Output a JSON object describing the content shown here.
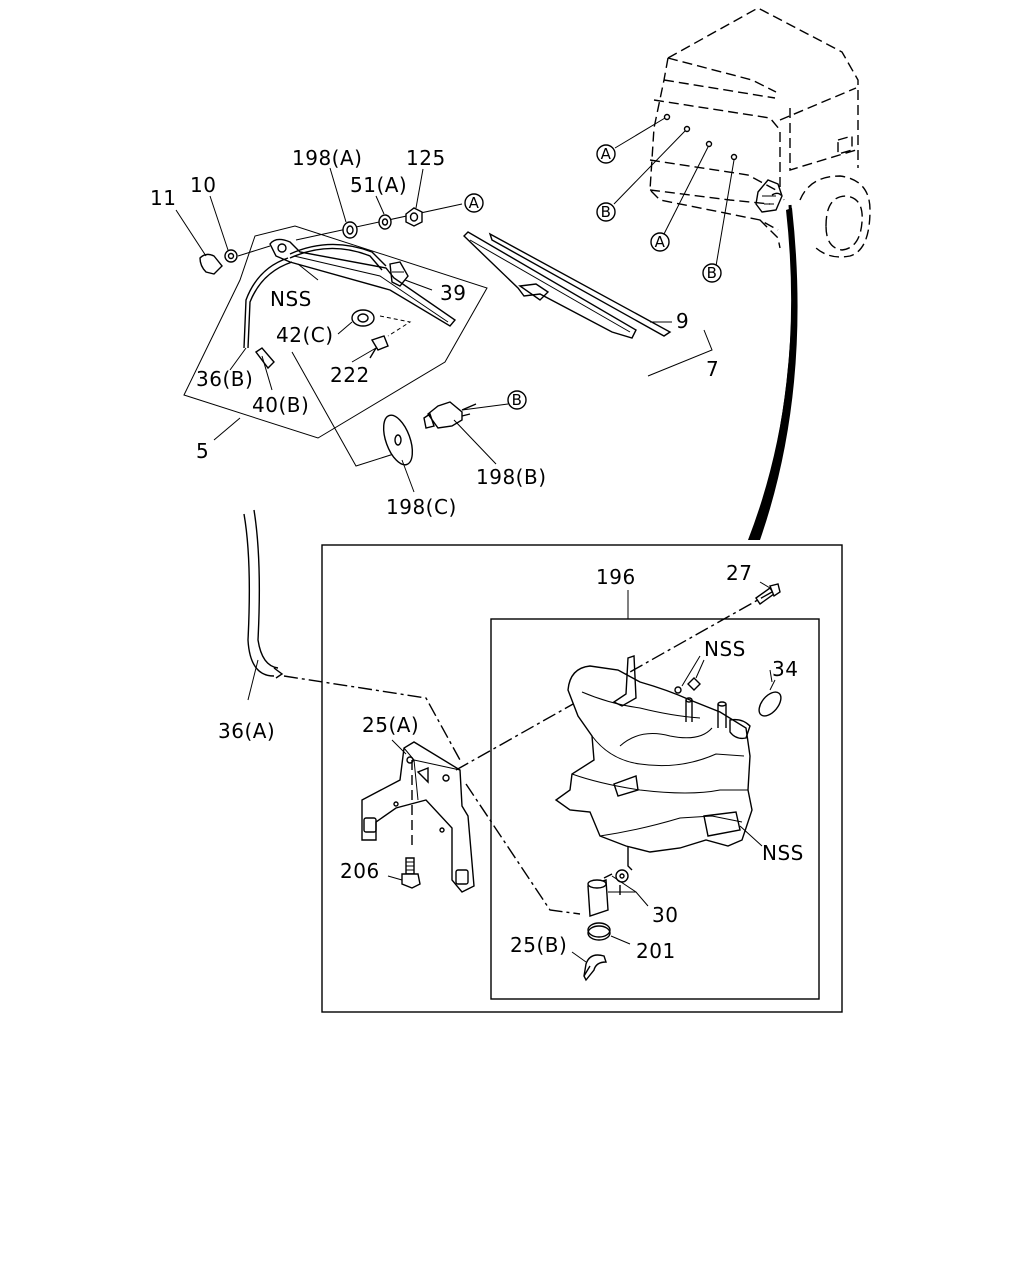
{
  "labels": {
    "p11": "11",
    "p10": "10",
    "p198a": "198(A)",
    "p51a": "51(A)",
    "p125": "125",
    "nss1": "NSS",
    "p39": "39",
    "p42c": "42(C)",
    "p222": "222",
    "p36b": "36(B)",
    "p40b": "40(B)",
    "p5": "5",
    "p9": "9",
    "p7": "7",
    "p198b": "198(B)",
    "p198c": "198(C)",
    "p36a": "36(A)",
    "p196": "196",
    "p27": "27",
    "nss2": "NSS",
    "p34": "34",
    "p25a": "25(A)",
    "nss3": "NSS",
    "p206": "206",
    "p30": "30",
    "p25b": "25(B)",
    "p201": "201"
  },
  "markers": {
    "a1": "A",
    "a2": "A",
    "a3": "A",
    "b1": "B",
    "b2": "B",
    "b3": "B"
  }
}
